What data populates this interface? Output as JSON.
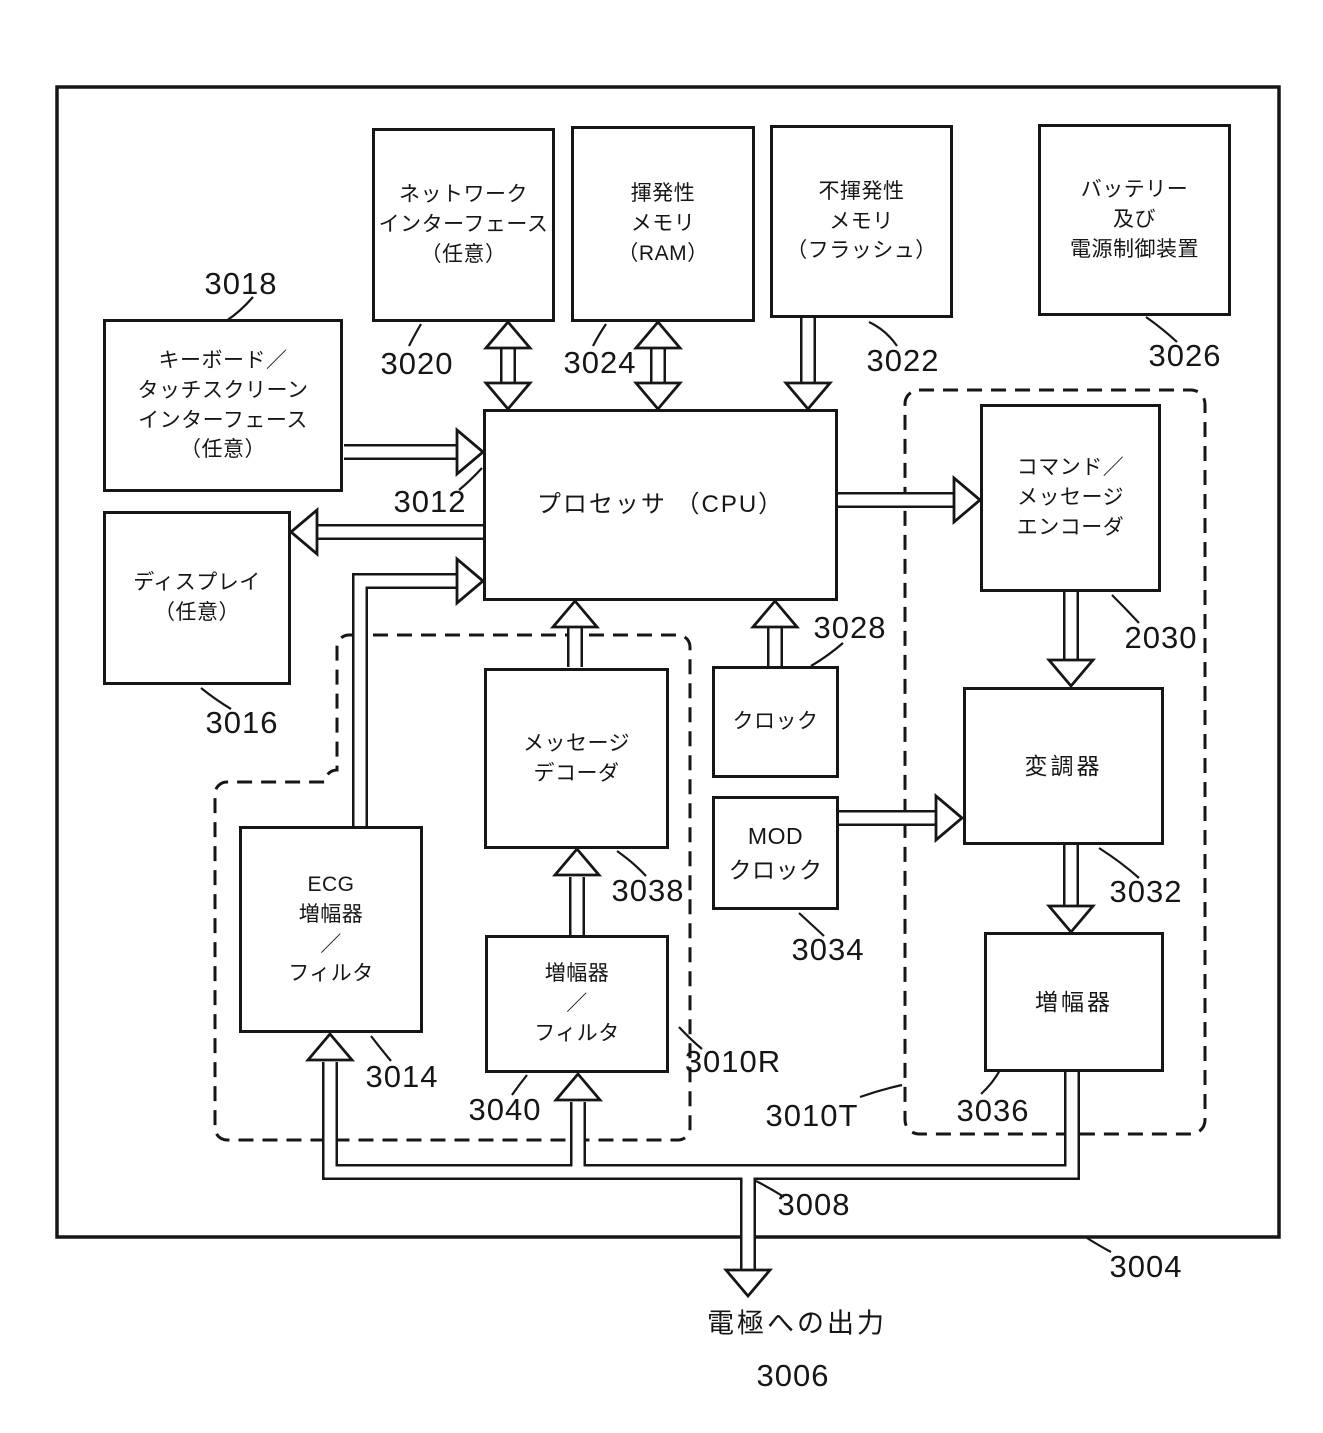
{
  "figure": {
    "type": "patent-block-diagram",
    "caption_bottom": "電極への出力",
    "caption_ref": "3006"
  },
  "boxes": {
    "network_interface": {
      "ref": "3020",
      "text": "ネットワーク\nインターフェース\n（任意）"
    },
    "volatile_memory": {
      "ref": "3024",
      "text": "揮発性\nメモリ\n（RAM）"
    },
    "nonvolatile_memory": {
      "ref": "3022",
      "text": "不揮発性\nメモリ\n（フラッシュ）"
    },
    "battery": {
      "ref": "3026",
      "text": "バッテリー\n及び\n電源制御装置"
    },
    "keyboard": {
      "ref": "3018",
      "text": "キーボード／\nタッチスクリーン\nインターフェース\n（任意）"
    },
    "display": {
      "ref": "3016",
      "text": "ディスプレイ\n（任意）"
    },
    "cpu": {
      "ref": "3012",
      "text": "プロセッサ （CPU）"
    },
    "encoder": {
      "ref": "2030",
      "text": "コマンド／\nメッセージ\nエンコーダ"
    },
    "clock": {
      "ref": "3028",
      "text": "クロック"
    },
    "mod_clock": {
      "ref": "3034",
      "text": "MOD\nクロック"
    },
    "decoder": {
      "ref": "3038",
      "text": "メッセージ\nデコーダ"
    },
    "modulator": {
      "ref": "3032",
      "text": "変調器"
    },
    "amplifier_tx": {
      "ref": "3036",
      "text": "増幅器"
    },
    "ecg_amp_filter": {
      "ref": "3014",
      "text": "ECG\n増幅器\n／\nフィルタ"
    },
    "amp_filter": {
      "ref": "3040",
      "text": "増幅器\n／\nフィルタ"
    }
  },
  "refs": {
    "r3018": "3018",
    "r3020": "3020",
    "r3024": "3024",
    "r3022": "3022",
    "r3026": "3026",
    "r3012": "3012",
    "r3016": "3016",
    "r2030": "2030",
    "r3028": "3028",
    "r3038": "3038",
    "r3034": "3034",
    "r3032": "3032",
    "r3014": "3014",
    "r3040": "3040",
    "r3010R": "3010R",
    "r3010T": "3010T",
    "r3036": "3036",
    "r3008": "3008",
    "r3004": "3004",
    "r3006": "3006"
  },
  "regions": {
    "outer_device": "3004",
    "receiver_section": "3010R",
    "transmitter_section": "3010T",
    "electrode_bus": "3008"
  },
  "colors": {
    "ink": "#161616",
    "paper": "#ffffff"
  }
}
